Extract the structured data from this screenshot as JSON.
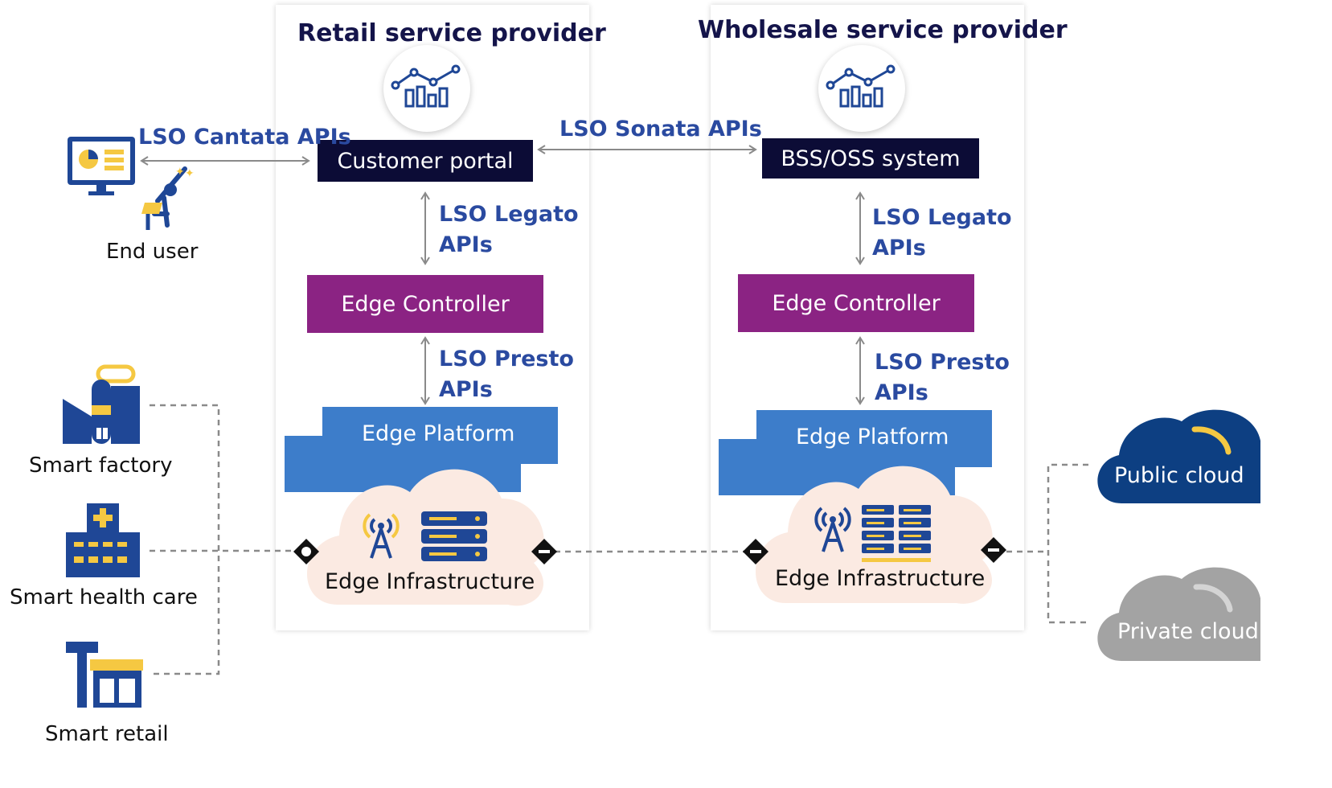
{
  "retail": {
    "title": "Retail service provider",
    "portal": "Customer portal",
    "legato": [
      "LSO Legato",
      "APIs"
    ],
    "controller": "Edge Controller",
    "presto": [
      "LSO Presto",
      "APIs"
    ],
    "platform": "Edge Platform",
    "infrastructure": "Edge Infrastructure"
  },
  "wholesale": {
    "title": "Wholesale service provider",
    "system": "BSS/OSS system",
    "legato": [
      "LSO Legato",
      "APIs"
    ],
    "controller": "Edge Controller",
    "presto": [
      "LSO Presto",
      "APIs"
    ],
    "platform": "Edge Platform",
    "infrastructure": "Edge Infrastructure"
  },
  "apis": {
    "cantata": "LSO Cantata APIs",
    "sonata": "LSO Sonata APIs"
  },
  "end_user": {
    "label": "End user"
  },
  "verticals": {
    "factory": "Smart factory",
    "health": "Smart health care",
    "retail": "Smart retail"
  },
  "clouds": {
    "public": "Public cloud",
    "private": "Private cloud"
  },
  "colors": {
    "navy": "#0c0c36",
    "purple": "#8b2383",
    "platform_blue": "#3d7dca",
    "api_blue": "#2a4aa0",
    "icon_blue": "#1f4796",
    "yellow": "#f5c842",
    "cloud_peach": "#fbeae2",
    "public_cloud": "#0d3f82",
    "private_cloud": "#a3a3a3"
  }
}
